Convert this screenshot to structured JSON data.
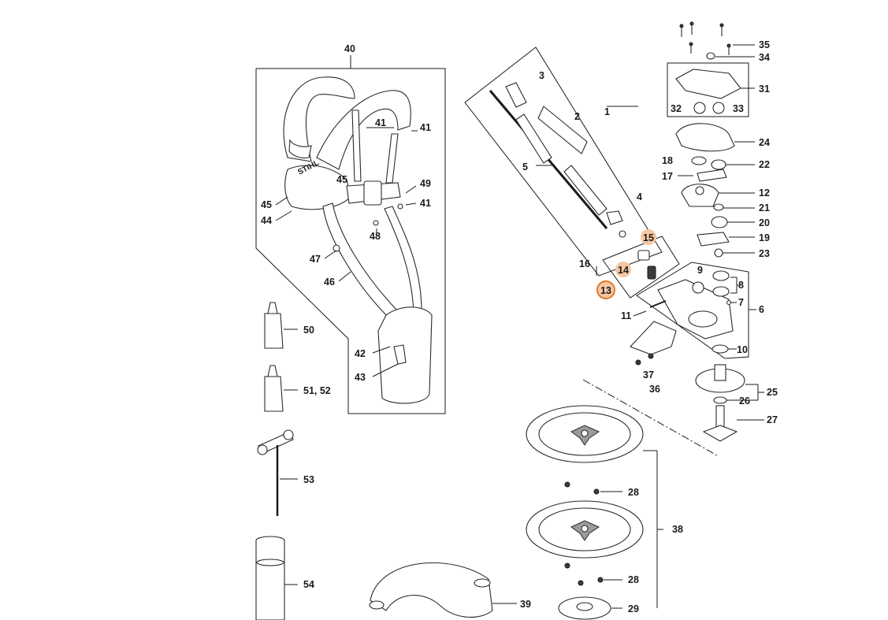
{
  "diagram": {
    "brand_mark": "STIHL",
    "highlight_color": "#f6c7a3",
    "highlight_ring_color": "#e07a2c",
    "callouts": {
      "c1": "1",
      "c2": "2",
      "c3": "3",
      "c4": "4",
      "c5": "5",
      "c6": "6",
      "c7": "7",
      "c8": "8",
      "c9": "9",
      "c10": "10",
      "c11": "11",
      "c12": "12",
      "c13": "13",
      "c14": "14",
      "c15": "15",
      "c16": "16",
      "c17": "17",
      "c18": "18",
      "c19": "19",
      "c20": "20",
      "c21": "21",
      "c22": "22",
      "c23": "23",
      "c24": "24",
      "c25": "25",
      "c26": "26",
      "c27": "27",
      "c28a": "28",
      "c28b": "28",
      "c29": "29",
      "c31": "31",
      "c32": "32",
      "c33": "33",
      "c34": "34",
      "c35": "35",
      "c36": "36",
      "c37": "37",
      "c38": "38",
      "c39": "39",
      "c40": "40",
      "c41a": "41",
      "c41b": "41",
      "c41c": "41",
      "c42": "42",
      "c43": "43",
      "c44": "44",
      "c45a": "45",
      "c45b": "45",
      "c46": "46",
      "c47": "47",
      "c48": "48",
      "c49": "49",
      "c50": "50",
      "c5152": "51, 52",
      "c53": "53",
      "c54": "54"
    },
    "highlighted": [
      "13",
      "14",
      "15"
    ]
  }
}
